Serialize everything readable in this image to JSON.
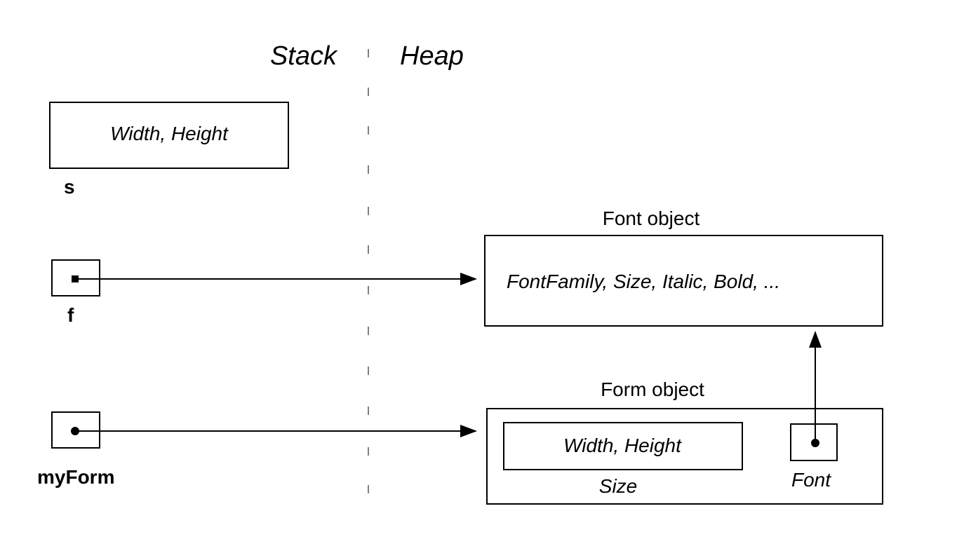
{
  "regions": {
    "stack_label": "Stack",
    "heap_label": "Heap"
  },
  "stack": {
    "s": {
      "name": "s",
      "fields": "Width, Height"
    },
    "f": {
      "name": "f"
    },
    "myForm": {
      "name": "myForm"
    }
  },
  "heap": {
    "font_object": {
      "title": "Font object",
      "fields": "FontFamily, Size, Italic, Bold, ..."
    },
    "form_object": {
      "title": "Form object",
      "size_fields": "Width, Height",
      "size_label": "Size",
      "font_label": "Font"
    }
  },
  "colors": {
    "ink": "#000000",
    "background": "#ffffff"
  }
}
